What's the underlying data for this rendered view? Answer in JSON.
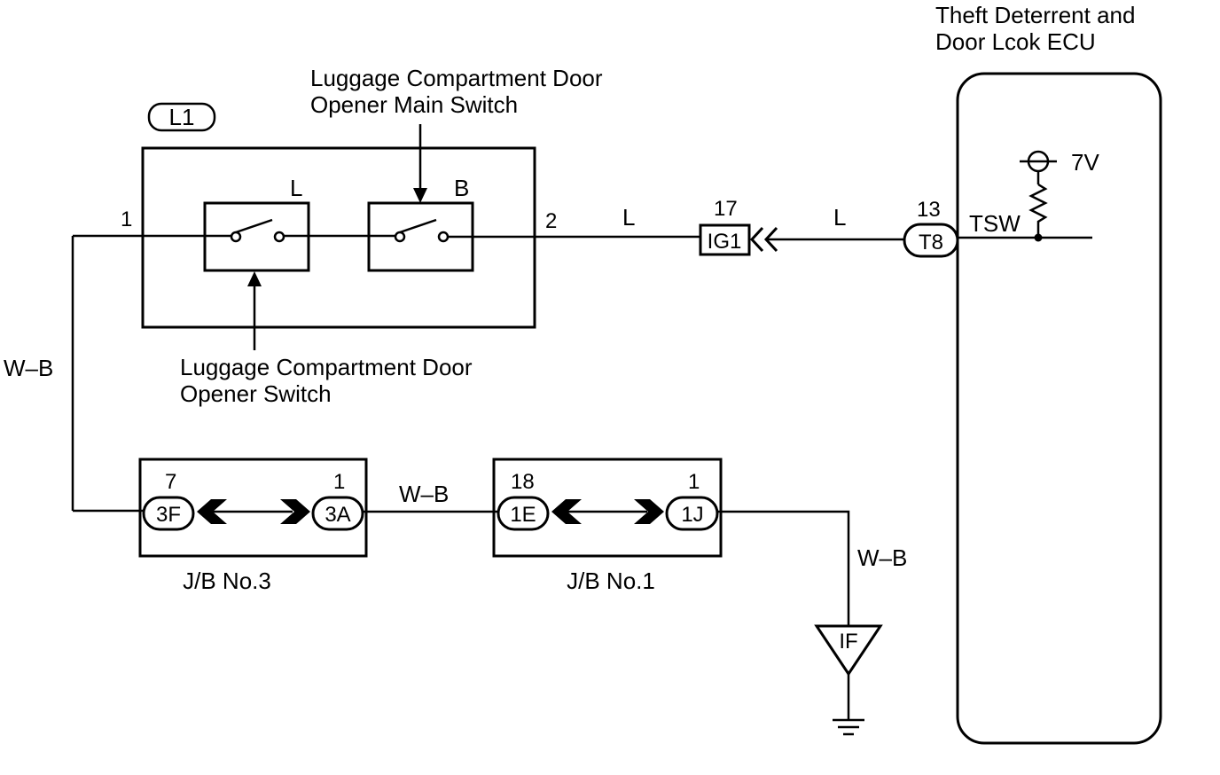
{
  "ecu": {
    "title_line1": "Theft Deterrent and",
    "title_line2": "Door Lcok ECU"
  },
  "main_switch": {
    "label_line1": "Luggage Compartment Door",
    "label_line2": "Opener Main Switch"
  },
  "opener_switch": {
    "label_line1": "Luggage Compartment Door",
    "label_line2": "Opener Switch"
  },
  "connector_l1": "L1",
  "switch_labels": {
    "left": "L",
    "right": "B"
  },
  "pins": {
    "pin1": "1",
    "pin2": "2",
    "pin17": "17",
    "pin13": "13"
  },
  "wire_colors": {
    "l_left": "L",
    "l_right": "L",
    "wb_left": "W–B",
    "wb_mid": "W–B",
    "wb_right": "W–B"
  },
  "connectors": {
    "ig1": "IG1",
    "t8": "T8"
  },
  "tsw": "TSW",
  "voltage": "7V",
  "jb3": {
    "label": "J/B No.3",
    "left_pin": "7",
    "left_conn": "3F",
    "right_pin": "1",
    "right_conn": "3A"
  },
  "jb1": {
    "label": "J/B No.1",
    "left_pin": "18",
    "left_conn": "1E",
    "right_pin": "1",
    "right_conn": "1J"
  },
  "ground": "IF"
}
